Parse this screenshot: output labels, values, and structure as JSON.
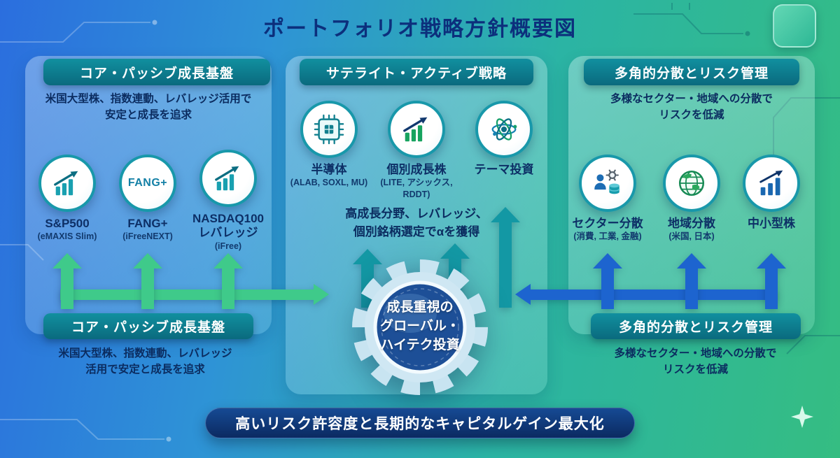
{
  "title": "ポートフォリオ戦略方針概要図",
  "colors": {
    "green_arrow": "#3fca8a",
    "teal_arrow": "#1398a4",
    "blue_arrow": "#1d64cf",
    "badge_teal": "#0e7d8f",
    "banner_navy": "#0b2a61",
    "text_navy": "#0d2f66"
  },
  "core_panel": {
    "header": "コア・パッシブ成長基盤",
    "desc1": "米国大型株、指数連動、レバレッジ活用で",
    "desc2": "安定と成長を追求",
    "items": [
      {
        "icon": "growth-chart-icon",
        "label": "S&P500",
        "sub": "(eMAXIS Slim)"
      },
      {
        "icon": "fang-plus-text-icon",
        "icon_text": "FANG+",
        "label": "FANG+",
        "sub": "(iFreeNEXT)"
      },
      {
        "icon": "growth-chart-icon",
        "label": "NASDAQ100",
        "label2": "レバレッジ",
        "sub": "(iFree)"
      }
    ],
    "footer_header": "コア・パッシブ成長基盤",
    "footer_desc1": "米国大型株、指数連動、レバレッジ",
    "footer_desc2": "活用で安定と成長を追求"
  },
  "satellite_panel": {
    "header": "サテライト・アクティブ戦略",
    "items": [
      {
        "icon": "cpu-icon",
        "label": "半導体",
        "sub": "(ALAB, SOXL, MU)"
      },
      {
        "icon": "growth-chart-icon",
        "label": "個別成長株",
        "sub": "(LITE, アシックス,",
        "sub2": "RDDT)"
      },
      {
        "icon": "atom-icon",
        "label": "テーマ投資"
      }
    ],
    "note1": "高成長分野、レバレッジ、",
    "note2": "個別銘柄選定でαを獲得"
  },
  "risk_panel": {
    "header": "多角的分散とリスク管理",
    "desc1": "多様なセクター・地域への分散で",
    "desc2": "リスクを低減",
    "items": [
      {
        "icon": "sector-person-gear-database-icon",
        "label": "セクター分散",
        "sub": "(消費, 工業, 金融)"
      },
      {
        "icon": "globe-icon",
        "label": "地域分散",
        "sub": "(米国, 日本)"
      },
      {
        "icon": "bar-chart-icon",
        "label": "中小型株"
      }
    ],
    "footer_header": "多角的分散とリスク管理",
    "footer_desc1": "多様なセクター・地域への分散で",
    "footer_desc2": "リスクを低減"
  },
  "center": {
    "line1": "成長重視の",
    "line2": "グローバル・",
    "line3": "ハイテク投資"
  },
  "banner": "高いリスク許容度と長期的なキャピタルゲイン最大化"
}
